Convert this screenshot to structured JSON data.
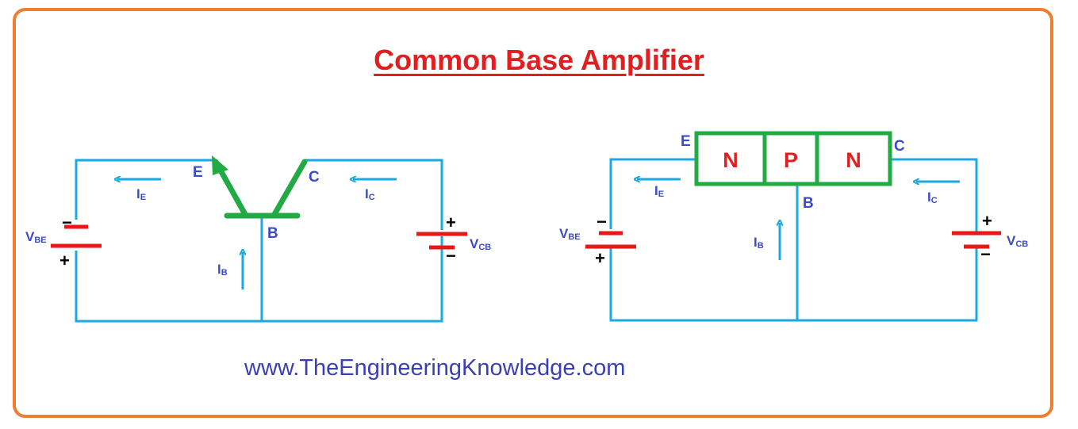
{
  "title": "Common Base Amplifier",
  "footer": "www.TheEngineeringKnowledge.com",
  "colors": {
    "border": "#ED7D31",
    "title": "#E02020",
    "wire": "#1BA9E0",
    "transistor": "#22AA44",
    "battery": "#E81818",
    "label": "#3B4BC8"
  },
  "left_circuit": {
    "emitter": "E",
    "collector": "C",
    "base": "B",
    "ie_main": "I",
    "ie_sub": "E",
    "ic_main": "I",
    "ic_sub": "C",
    "ib_main": "I",
    "ib_sub": "B",
    "vbe_main": "V",
    "vbe_sub": "BE",
    "vcb_main": "V",
    "vcb_sub": "CB",
    "vbe_top_sign": "−",
    "vbe_bottom_sign": "+",
    "vcb_top_sign": "+",
    "vcb_bottom_sign": "−"
  },
  "right_circuit": {
    "emitter": "E",
    "collector": "C",
    "base": "B",
    "regions": [
      "N",
      "P",
      "N"
    ],
    "ie_main": "I",
    "ie_sub": "E",
    "ic_main": "I",
    "ic_sub": "C",
    "ib_main": "I",
    "ib_sub": "B",
    "vbe_main": "V",
    "vbe_sub": "BE",
    "vcb_main": "V",
    "vcb_sub": "CB",
    "vbe_top_sign": "−",
    "vbe_bottom_sign": "+",
    "vcb_top_sign": "+",
    "vcb_bottom_sign": "−"
  }
}
